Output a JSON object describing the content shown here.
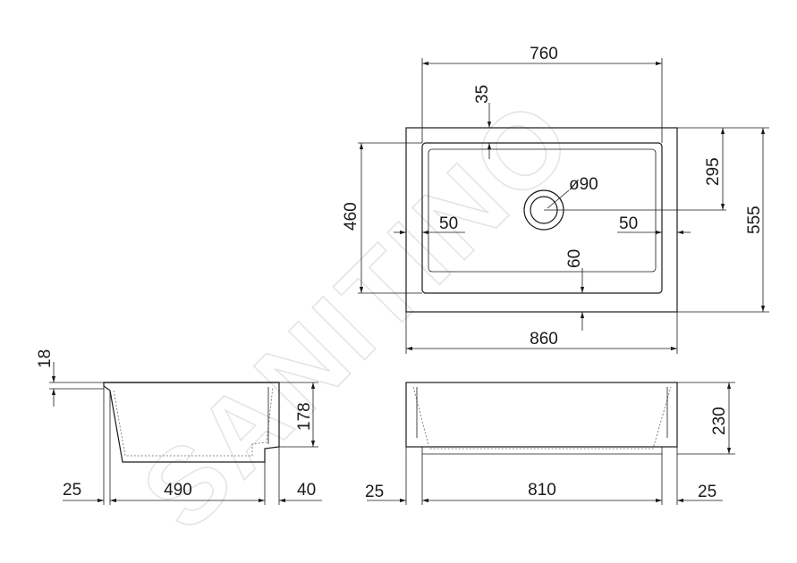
{
  "watermark": "SANITINO",
  "top_view": {
    "width_outer": "860",
    "width_inner": "760",
    "depth_total": "555",
    "height_inner": "460",
    "drain_offset": "295",
    "rim_back": "35",
    "rim_side_left": "50",
    "rim_side_right": "50",
    "rim_front": "60",
    "drain_diameter": "ø90"
  },
  "side_view": {
    "rim_thickness": "18",
    "bowl_depth": "178",
    "back_offset": "25",
    "bowl_length": "490",
    "front_offset": "40"
  },
  "front_view": {
    "height": "230",
    "left_offset": "25",
    "bottom_width": "810",
    "right_offset": "25"
  }
}
